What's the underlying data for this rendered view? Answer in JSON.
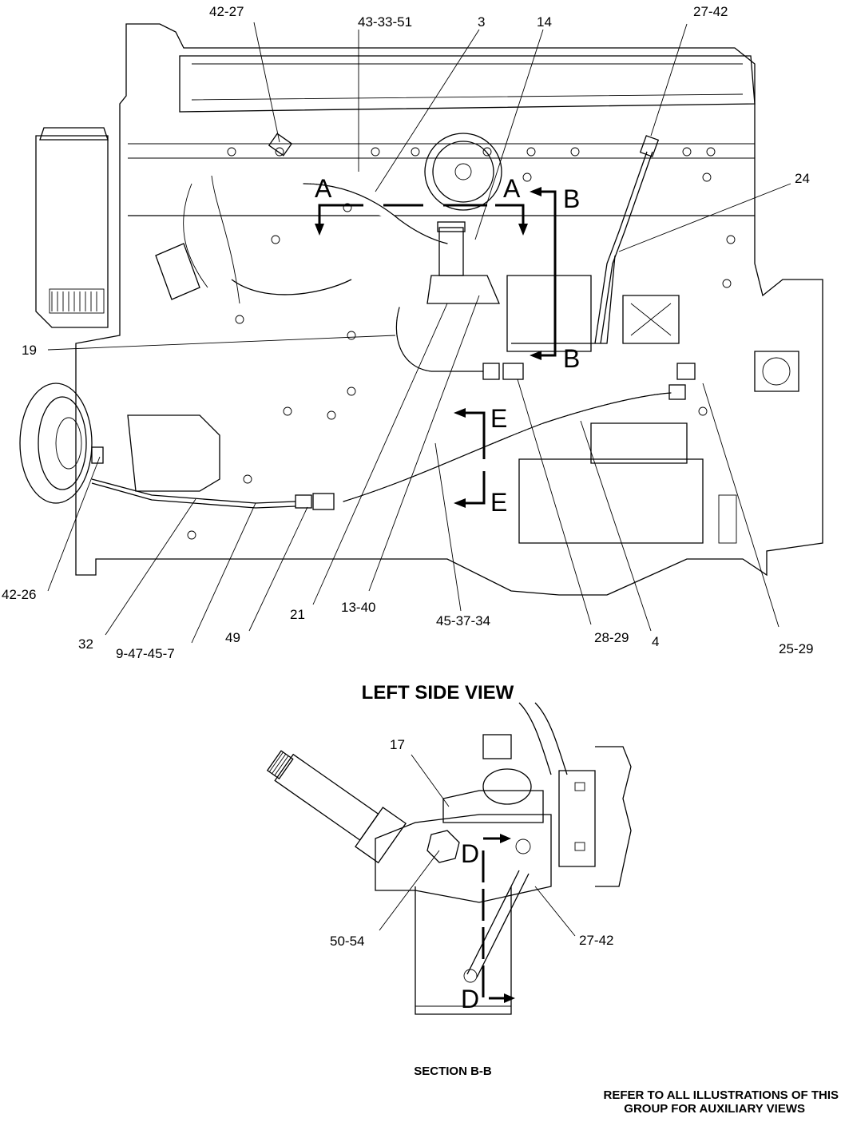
{
  "callouts_top": {
    "c42_27": "42-27",
    "c43_33_51": "43-33-51",
    "c3": "3",
    "c14": "14",
    "c27_42": "27-42",
    "c24": "24",
    "c19": "19",
    "c42_26": "42-26",
    "c32": "32",
    "c9_47_45_7": "9-47-45-7",
    "c49": "49",
    "c21": "21",
    "c13_40": "13-40",
    "c45_37_34": "45-37-34",
    "c28_29": "28-29",
    "c4": "4",
    "c25_29": "25-29"
  },
  "section_markers": {
    "a": "A",
    "b": "B",
    "e": "E",
    "d": "D"
  },
  "view_title": "LEFT SIDE VIEW",
  "callouts_bottom": {
    "c17": "17",
    "c50_54": "50-54",
    "c27_42": "27-42"
  },
  "section_title": "SECTION B-B",
  "footer_note": {
    "line1": "REFER TO ALL ILLUSTRATIONS OF THIS",
    "line2": "GROUP FOR AUXILIARY VIEWS"
  }
}
